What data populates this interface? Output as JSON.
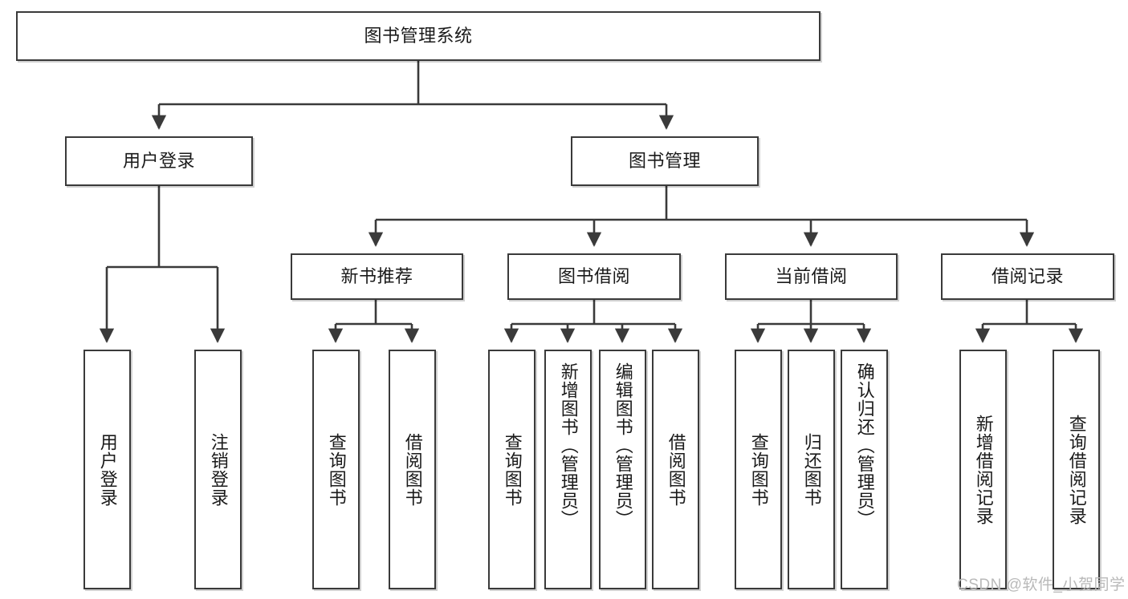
{
  "diagram": {
    "type": "tree-hierarchy-flowchart",
    "title": "图书管理系统",
    "watermark": "CSDN @软件_小贺同学",
    "colors": {
      "box_border": "#3a3a3a",
      "box_fill": "#ffffff",
      "connector": "#3a3a3a",
      "text": "#1a1a1a",
      "watermark": "#b9b9b9",
      "background": "#ffffff"
    },
    "root": {
      "label": "图书管理系统",
      "orientation": "horizontal"
    },
    "level2": [
      {
        "label": "用户登录",
        "orientation": "horizontal"
      },
      {
        "label": "图书管理",
        "orientation": "horizontal"
      }
    ],
    "level3": [
      {
        "label": "新书推荐",
        "orientation": "horizontal"
      },
      {
        "label": "图书借阅",
        "orientation": "horizontal"
      },
      {
        "label": "当前借阅",
        "orientation": "horizontal"
      },
      {
        "label": "借阅记录",
        "orientation": "horizontal"
      }
    ],
    "leaves": {
      "user_login": [
        {
          "label": "用户登录",
          "orientation": "vertical"
        },
        {
          "label": "注销登录",
          "orientation": "vertical"
        }
      ],
      "new_book_recommend": [
        {
          "label": "查询图书",
          "orientation": "vertical"
        },
        {
          "label": "借阅图书",
          "orientation": "vertical"
        }
      ],
      "book_borrow": [
        {
          "label": "查询图书",
          "orientation": "vertical"
        },
        {
          "label": "新增图书（管理员）",
          "orientation": "vertical"
        },
        {
          "label": "编辑图书（管理员）",
          "orientation": "vertical"
        },
        {
          "label": "借阅图书",
          "orientation": "vertical"
        }
      ],
      "current_borrow": [
        {
          "label": "查询图书",
          "orientation": "vertical"
        },
        {
          "label": "归还图书",
          "orientation": "vertical"
        },
        {
          "label": "确认归还（管理员）",
          "orientation": "vertical"
        }
      ],
      "borrow_record": [
        {
          "label": "新增借阅记录",
          "orientation": "vertical"
        },
        {
          "label": "查询借阅记录",
          "orientation": "vertical"
        }
      ]
    }
  }
}
